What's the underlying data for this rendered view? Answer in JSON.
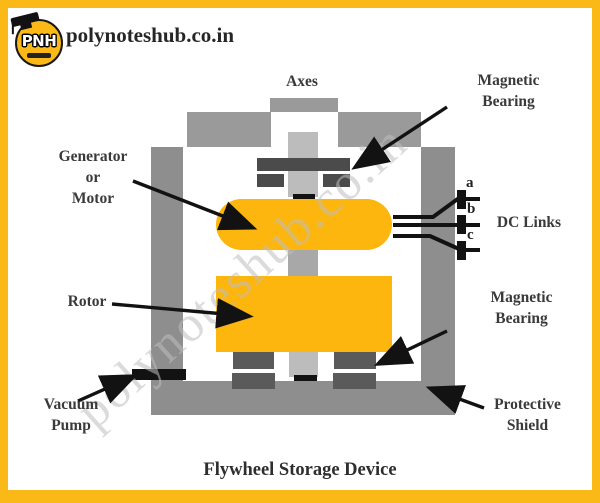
{
  "header": {
    "site": "polynoteshub.co.in",
    "logo_initials": "PNH"
  },
  "watermark": "polynoteshub.co.in",
  "caption": "Flywheel Storage Device",
  "labels": {
    "axes": "Axes",
    "magnetic_bearing_top": [
      "Magnetic",
      "Bearing"
    ],
    "generator": [
      "Generator",
      "or",
      "Motor"
    ],
    "rotor": "Rotor",
    "dc_links": "DC Links",
    "terminals": [
      "a",
      "b",
      "c"
    ],
    "magnetic_bearing_bottom": [
      "Magnetic",
      "Bearing"
    ],
    "vacuum_pump": [
      "Vacuum",
      "Pump"
    ],
    "protective_shield": [
      "Protective",
      "Shield"
    ]
  },
  "colors": {
    "frame": "#FBB917",
    "machine_yellow": "#FCB60D",
    "shield_gray": "#8E8E8E",
    "bridge_gray": "#9A9A9A",
    "shaft_light": "#BCBCBC",
    "shaft_mid": "#A8A8A8",
    "bearing_dark": "#4B4B4B",
    "bearing_mid": "#5A5A5A",
    "ink": "#121212",
    "text": "#3A3A3A",
    "watermark_gray": "#BEBEBE"
  }
}
